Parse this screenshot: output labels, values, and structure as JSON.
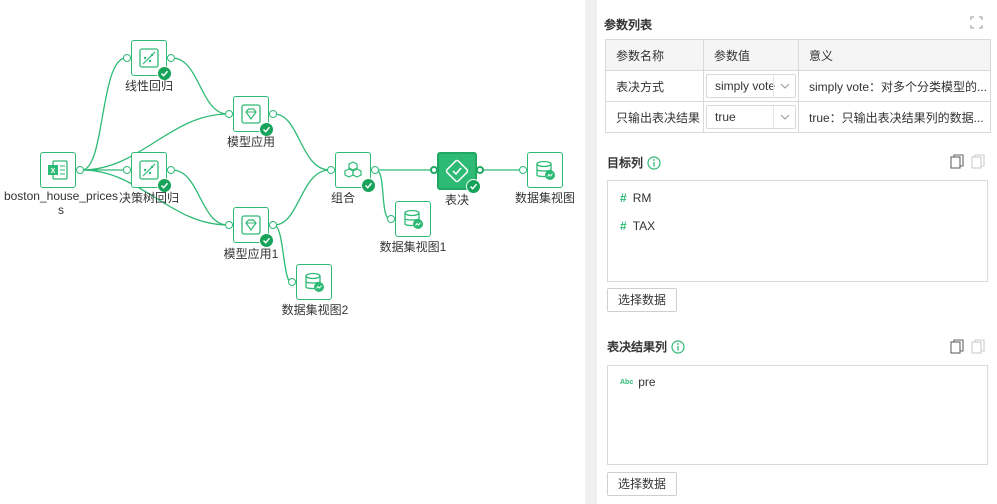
{
  "canvas": {
    "nodes": {
      "source": "boston_house_prices",
      "source_wrap": "s",
      "linear": "线性回归",
      "tree": "决策树回归",
      "apply1": "模型应用",
      "apply2": "模型应用1",
      "combine": "组合",
      "vote": "表决",
      "view1": "数据集视图1",
      "view2": "数据集视图2",
      "view_final": "数据集视图"
    }
  },
  "panel": {
    "param_title": "参数列表",
    "table": {
      "headers": [
        "参数名称",
        "参数值",
        "意义"
      ],
      "rows": [
        {
          "name": "表决方式",
          "value": "simply vote",
          "meaning": "simply vote：对多个分类模型的..."
        },
        {
          "name": "只输出表决结果",
          "value": "true",
          "meaning": "true：只输出表决结果列的数据..."
        }
      ]
    },
    "target": {
      "title": "目标列",
      "fields": [
        {
          "type": "#",
          "name": "RM"
        },
        {
          "type": "#",
          "name": "TAX"
        }
      ],
      "button": "选择数据"
    },
    "result": {
      "title": "表决结果列",
      "fields": [
        {
          "type": "Abc",
          "name": "pre"
        }
      ],
      "button": "选择数据"
    }
  },
  "colors": {
    "accent": "#2dba74",
    "check": "#18a35b",
    "divider": "#f0f0f0"
  }
}
